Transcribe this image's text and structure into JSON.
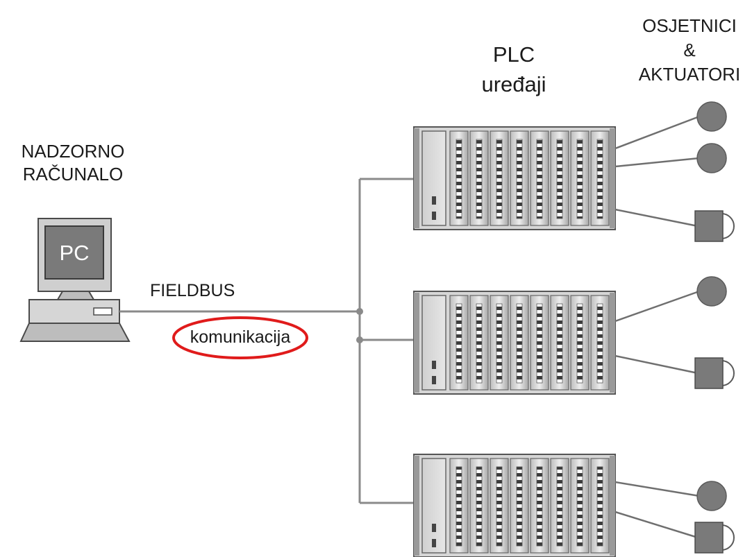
{
  "supervisor": {
    "line1": "NADZORNO",
    "line2": "RAČUNALO",
    "screen_label": "PC"
  },
  "bus": {
    "label": "FIELDBUS",
    "highlight_label": "komunikacija",
    "highlight_color": "#e01b1b"
  },
  "plc": {
    "line1": "PLC",
    "line2": "uređaji",
    "units": [
      {
        "field_devices": [
          "sensor",
          "sensor",
          "actuator"
        ]
      },
      {
        "field_devices": [
          "sensor",
          "actuator"
        ]
      },
      {
        "field_devices": [
          "sensor",
          "actuator"
        ]
      }
    ]
  },
  "field": {
    "line1": "OSJETNICI",
    "line2": "&",
    "line3": "AKTUATORI"
  },
  "colors": {
    "line": "#8a8a8a",
    "device_fill": "#7a7a7a",
    "rack_body": "#d6d6d6",
    "rack_edge": "#555555"
  }
}
